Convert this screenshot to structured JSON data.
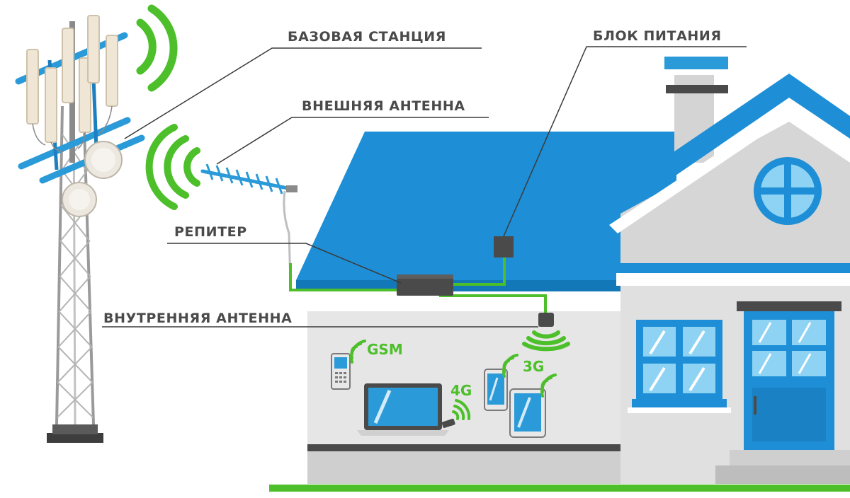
{
  "labels": {
    "base_station": "БАЗОВАЯ СТАНЦИЯ",
    "power_supply": "БЛОК ПИТАНИЯ",
    "external_antenna": "ВНЕШНЯЯ АНТЕННА",
    "repeater": "РЕПИТЕР",
    "internal_antenna": "ВНУТРЕННЯЯ АНТЕННА"
  },
  "bands": {
    "gsm": "GSM",
    "g4": "4G",
    "g3": "3G"
  },
  "colors": {
    "roof_blue": "#1e8fd6",
    "signal_green": "#4cbf2a",
    "wall_gray": "#e4e4e4",
    "device_dark": "#4a4a4a"
  }
}
